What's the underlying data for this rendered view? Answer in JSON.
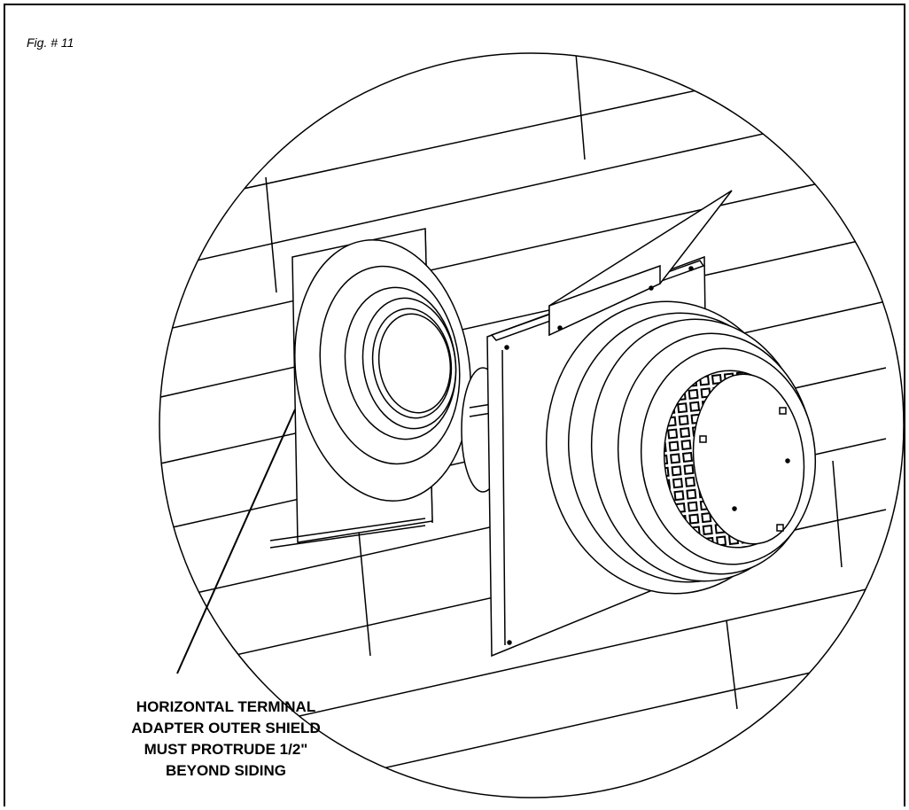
{
  "figure": {
    "label": "Fig. # 11",
    "callout_lines": [
      "HORIZONTAL TERMINAL",
      "ADAPTER OUTER SHIELD",
      "MUST PROTRUDE 1/2\"",
      "BEYOND SIDING"
    ]
  },
  "colors": {
    "stroke": "#000000",
    "background": "#ffffff",
    "rib": "#ffffff"
  },
  "icons": [
    "horizontal-terminal-adapter",
    "vent-termination-cap",
    "siding-wall"
  ]
}
